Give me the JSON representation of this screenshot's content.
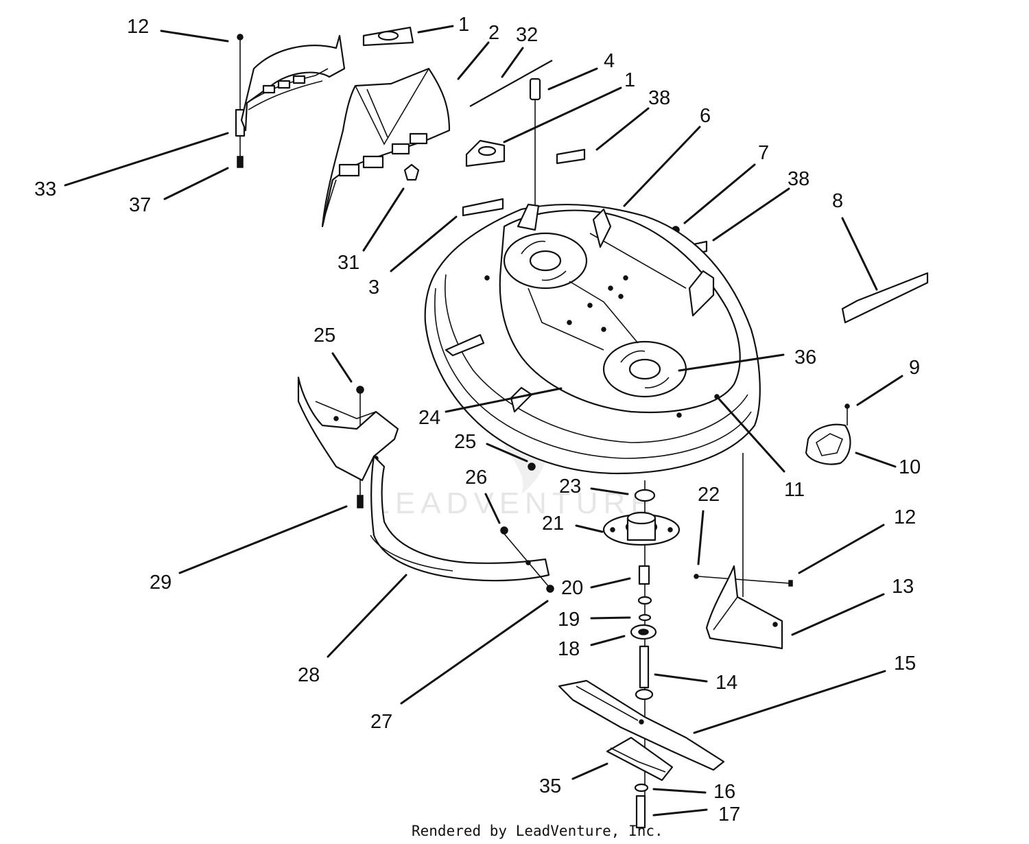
{
  "diagram": {
    "watermark": "LEADVENTURE",
    "credit": "Rendered by LeadVenture, Inc.",
    "callouts": [
      {
        "id": "c12a",
        "label": "12"
      },
      {
        "id": "c1a",
        "label": "1"
      },
      {
        "id": "c2",
        "label": "2"
      },
      {
        "id": "c32",
        "label": "32"
      },
      {
        "id": "c4",
        "label": "4"
      },
      {
        "id": "c1b",
        "label": "1"
      },
      {
        "id": "c38a",
        "label": "38"
      },
      {
        "id": "c6",
        "label": "6"
      },
      {
        "id": "c7",
        "label": "7"
      },
      {
        "id": "c38b",
        "label": "38"
      },
      {
        "id": "c8",
        "label": "8"
      },
      {
        "id": "c33",
        "label": "33"
      },
      {
        "id": "c37",
        "label": "37"
      },
      {
        "id": "c31",
        "label": "31"
      },
      {
        "id": "c3",
        "label": "3"
      },
      {
        "id": "c36",
        "label": "36"
      },
      {
        "id": "c9",
        "label": "9"
      },
      {
        "id": "c10",
        "label": "10"
      },
      {
        "id": "c25a",
        "label": "25"
      },
      {
        "id": "c24",
        "label": "24"
      },
      {
        "id": "c25b",
        "label": "25"
      },
      {
        "id": "c11",
        "label": "11"
      },
      {
        "id": "c26",
        "label": "26"
      },
      {
        "id": "c23",
        "label": "23"
      },
      {
        "id": "c22",
        "label": "22"
      },
      {
        "id": "c21",
        "label": "21"
      },
      {
        "id": "c12b",
        "label": "12"
      },
      {
        "id": "c29",
        "label": "29"
      },
      {
        "id": "c20",
        "label": "20"
      },
      {
        "id": "c13",
        "label": "13"
      },
      {
        "id": "c19",
        "label": "19"
      },
      {
        "id": "c18",
        "label": "18"
      },
      {
        "id": "c28",
        "label": "28"
      },
      {
        "id": "c14",
        "label": "14"
      },
      {
        "id": "c15",
        "label": "15"
      },
      {
        "id": "c27",
        "label": "27"
      },
      {
        "id": "c35",
        "label": "35"
      },
      {
        "id": "c16",
        "label": "16"
      },
      {
        "id": "c17",
        "label": "17"
      }
    ]
  }
}
